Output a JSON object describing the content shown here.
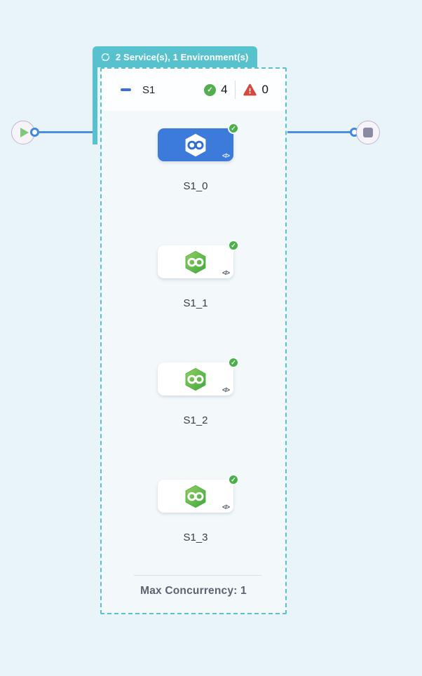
{
  "badge": {
    "label": "2 Service(s), 1 Environment(s)",
    "icon": "loop-icon"
  },
  "stage": {
    "name": "S1",
    "success_count": "4",
    "failure_count": "0",
    "footer": "Max Concurrency: 1"
  },
  "nodes": [
    {
      "label": "S1_0",
      "selected": true,
      "status": "success",
      "theme": "blue"
    },
    {
      "label": "S1_1",
      "selected": false,
      "status": "success",
      "theme": "white"
    },
    {
      "label": "S1_2",
      "selected": false,
      "status": "success",
      "theme": "white"
    },
    {
      "label": "S1_3",
      "selected": false,
      "status": "success",
      "theme": "white"
    }
  ],
  "icons": {
    "check": "✓",
    "code": "</>"
  },
  "colors": {
    "page_bg": "#E9F4F8",
    "teal": "#58C1CE",
    "edge_blue": "#4A8FE2",
    "selected_card_blue": "#3C7BDA",
    "success_green": "#4CB04A",
    "error_red": "#D8473D",
    "hexagon_green": "#52B447"
  }
}
